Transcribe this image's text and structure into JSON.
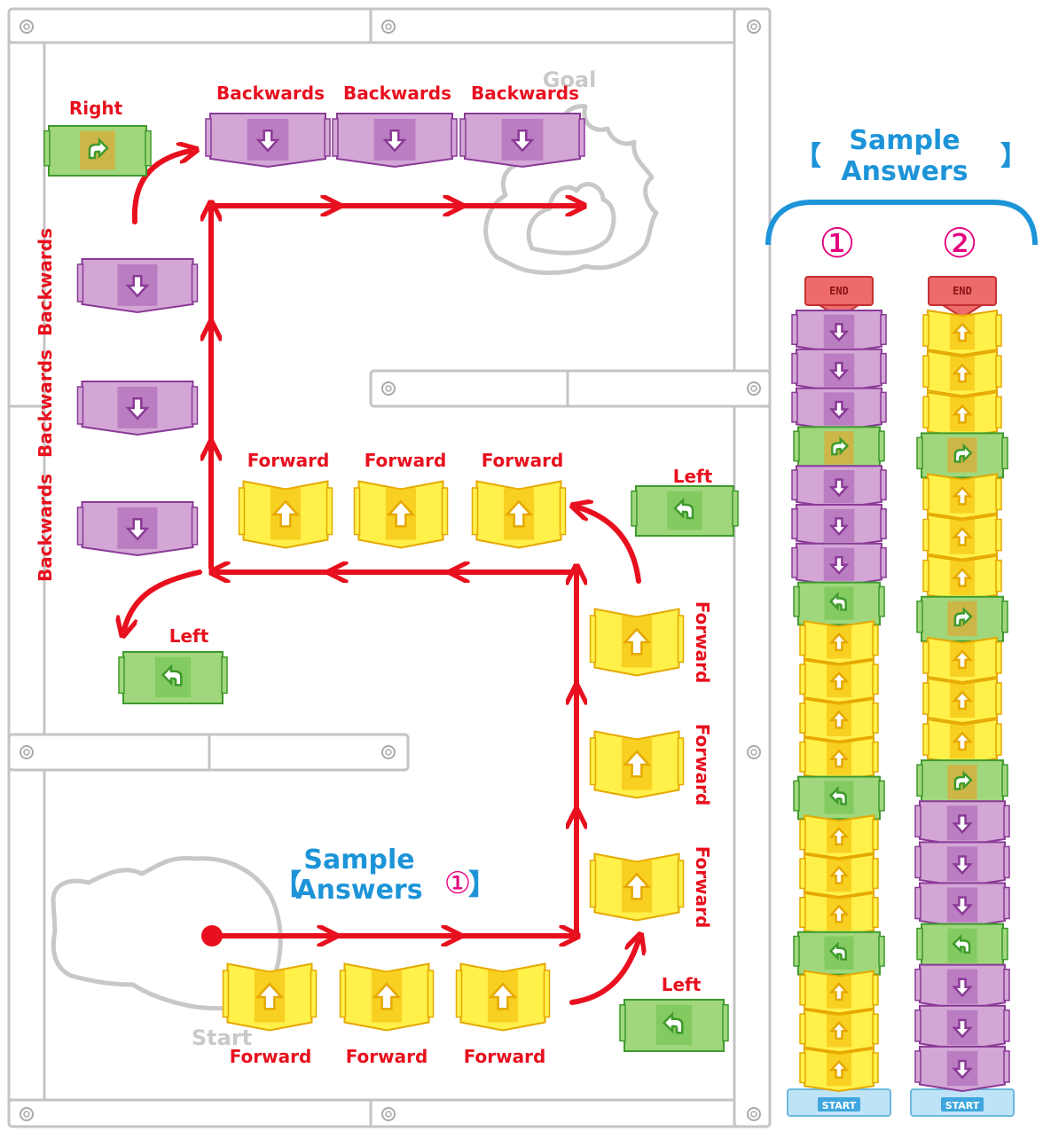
{
  "board": {
    "goal_label": "Goal",
    "start_label": "Start",
    "sample_open": "【",
    "sample_title_line1": "Sample",
    "sample_title_line2": "Answers",
    "sample_close": "】",
    "sample_number": "①"
  },
  "labels": {
    "right": "Right",
    "backwards": "Backwards",
    "forward": "Forward",
    "left": "Left"
  },
  "side": {
    "open": "【",
    "title_line1": "Sample",
    "title_line2": "Answers",
    "close": "】",
    "col1_number": "①",
    "col2_number": "②",
    "end_label": "END",
    "start_label": "START",
    "answer1": [
      "back",
      "back",
      "back",
      "right",
      "back",
      "back",
      "back",
      "left",
      "fwd",
      "fwd",
      "fwd",
      "fwd",
      "left",
      "fwd",
      "fwd",
      "fwd",
      "left",
      "fwd",
      "fwd",
      "fwd"
    ],
    "answer2": [
      "fwd",
      "fwd",
      "fwd",
      "right",
      "fwd",
      "fwd",
      "fwd",
      "right",
      "fwd",
      "fwd",
      "fwd",
      "right",
      "back",
      "back",
      "back",
      "left",
      "back",
      "back",
      "back"
    ]
  },
  "colors": {
    "red": "#e8101e",
    "blue": "#1d94d8",
    "pink": "#e5007f",
    "purple": "#cc9ccf",
    "yellow": "#ffe600",
    "green": "#8dcf66",
    "end_red": "#ee6b6b"
  }
}
